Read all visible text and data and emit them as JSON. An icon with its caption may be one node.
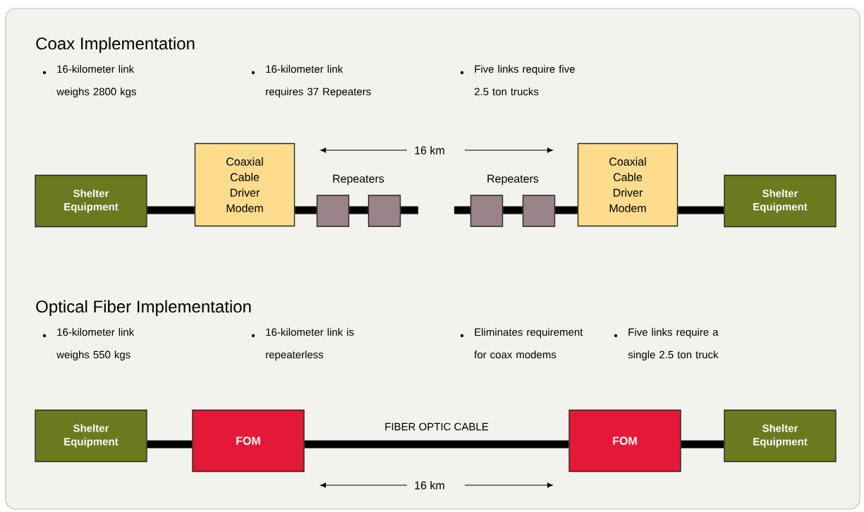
{
  "diagram": {
    "nodes": [
      {
        "text": [
          "Shelter Equipment"
        ]
      },
      {
        "text": [
          "Coaxial Cable Driver Modem"
        ]
      },
      {
        "text": [],
        "shape": "box"
      },
      {
        "text": [],
        "shape": "box"
      },
      {
        "text": [],
        "shape": "box"
      },
      {
        "text": [],
        "shape": "box"
      },
      {
        "text": [
          "Coaxial Cable Driver Modem"
        ]
      },
      {
        "text": [
          "Shelter Equipment"
        ]
      },
      {
        "text": [
          "Shelter Equipment"
        ]
      },
      {
        "text": [
          "FOM"
        ]
      },
      {
        "text": [
          "FOM"
        ]
      },
      {
        "text": [
          "Shelter Equipment"
        ]
      }
    ],
    "edges": [
      {
        "from": 0,
        "to": 1,
        "arrow": "none"
      },
      {
        "from": 1,
        "to": 2,
        "arrow": "none"
      },
      {
        "from": 2,
        "to": 3,
        "arrow": "none"
      },
      {
        "from": 3,
        "to": null,
        "arrow": "none"
      },
      {
        "from": null,
        "to": 4,
        "arrow": "none"
      },
      {
        "from": 4,
        "to": 5,
        "arrow": "none"
      },
      {
        "from": 5,
        "to": 6,
        "arrow": "none"
      },
      {
        "from": 6,
        "to": 7,
        "arrow": "none"
      },
      {
        "from": 8,
        "to": 9,
        "arrow": "none"
      },
      {
        "from": 9,
        "to": 10,
        "arrow": "none",
        "label": "FIBER OPTIC CABLE"
      },
      {
        "from": 10,
        "to": 11,
        "arrow": "none"
      }
    ],
    "labels": [
      "Coax Implementation",
      "16-kilometer link weighs 2800 kgs",
      "16-kilometer link requires 37 Repeaters",
      "Five links require five 2.5 ton trucks",
      "16 km",
      "Repeaters",
      "Repeaters",
      "Optical Fiber Implementation",
      "16-kilometer link weighs 550 kgs",
      "16-kilometer link is repeaterless",
      "Eliminates requirement for coax modems",
      "Five links require a single 2.5 ton truck",
      "16 km"
    ]
  }
}
